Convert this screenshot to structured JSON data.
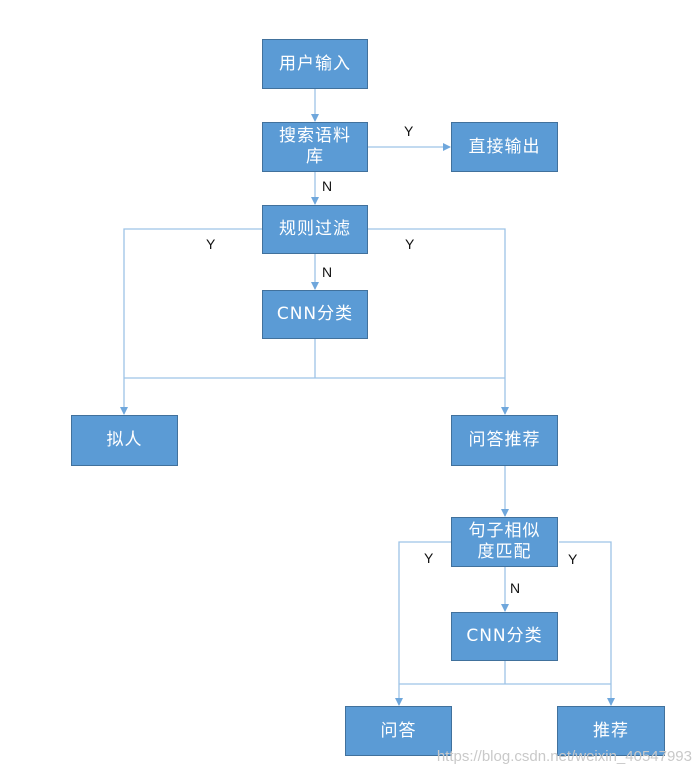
{
  "colors": {
    "node_fill": "#5b9bd5",
    "node_border": "#41719c",
    "connector": "#9dc3e6",
    "node_text": "#ffffff"
  },
  "nodes": {
    "user_input": "用户输入",
    "search_corpus_line1": "搜索语料",
    "search_corpus_line2": "库",
    "direct_output": "直接输出",
    "rule_filter": "规则过滤",
    "cnn_classify_1": "CNN分类",
    "persona": "拟人",
    "qa_recommend": "问答推荐",
    "sentence_similarity_line1": "句子相似",
    "sentence_similarity_line2": "度匹配",
    "cnn_classify_2": "CNN分类",
    "qa": "问答",
    "recommend": "推荐"
  },
  "edge_labels": {
    "search_to_output": "Y",
    "search_to_filter": "N",
    "filter_left": "Y",
    "filter_right": "Y",
    "filter_to_cnn": "N",
    "similarity_left": "Y",
    "similarity_right": "Y",
    "similarity_to_cnn": "N"
  },
  "watermark": "https://blog.csdn.net/weixin_40547993"
}
